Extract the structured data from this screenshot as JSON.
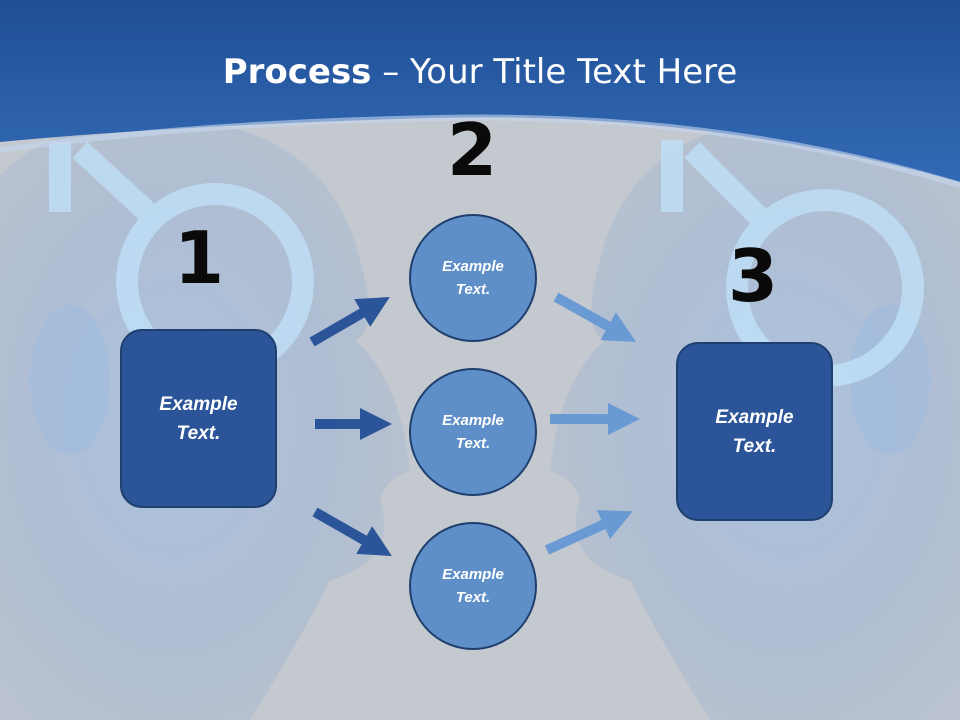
{
  "title": {
    "bold": "Process",
    "rest": " – Your Title Text Here"
  },
  "steps": [
    {
      "number": "1"
    },
    {
      "number": "2"
    },
    {
      "number": "3"
    }
  ],
  "boxes": [
    {
      "text": "Example\nText."
    },
    {
      "text": "Example\nText."
    }
  ],
  "circles": [
    {
      "text": "Example\nText."
    },
    {
      "text": "Example\nText."
    },
    {
      "text": "Example\nText."
    }
  ],
  "colors": {
    "header_blue": "#2c62ad",
    "background_gray": "#c4c8cf",
    "box_fill": "#2b5598",
    "circle_fill": "#5f8fc8",
    "arrow_dark": "#2b5598",
    "arrow_light": "#6a9ad3",
    "symbol_light": "#bfe0f7"
  }
}
